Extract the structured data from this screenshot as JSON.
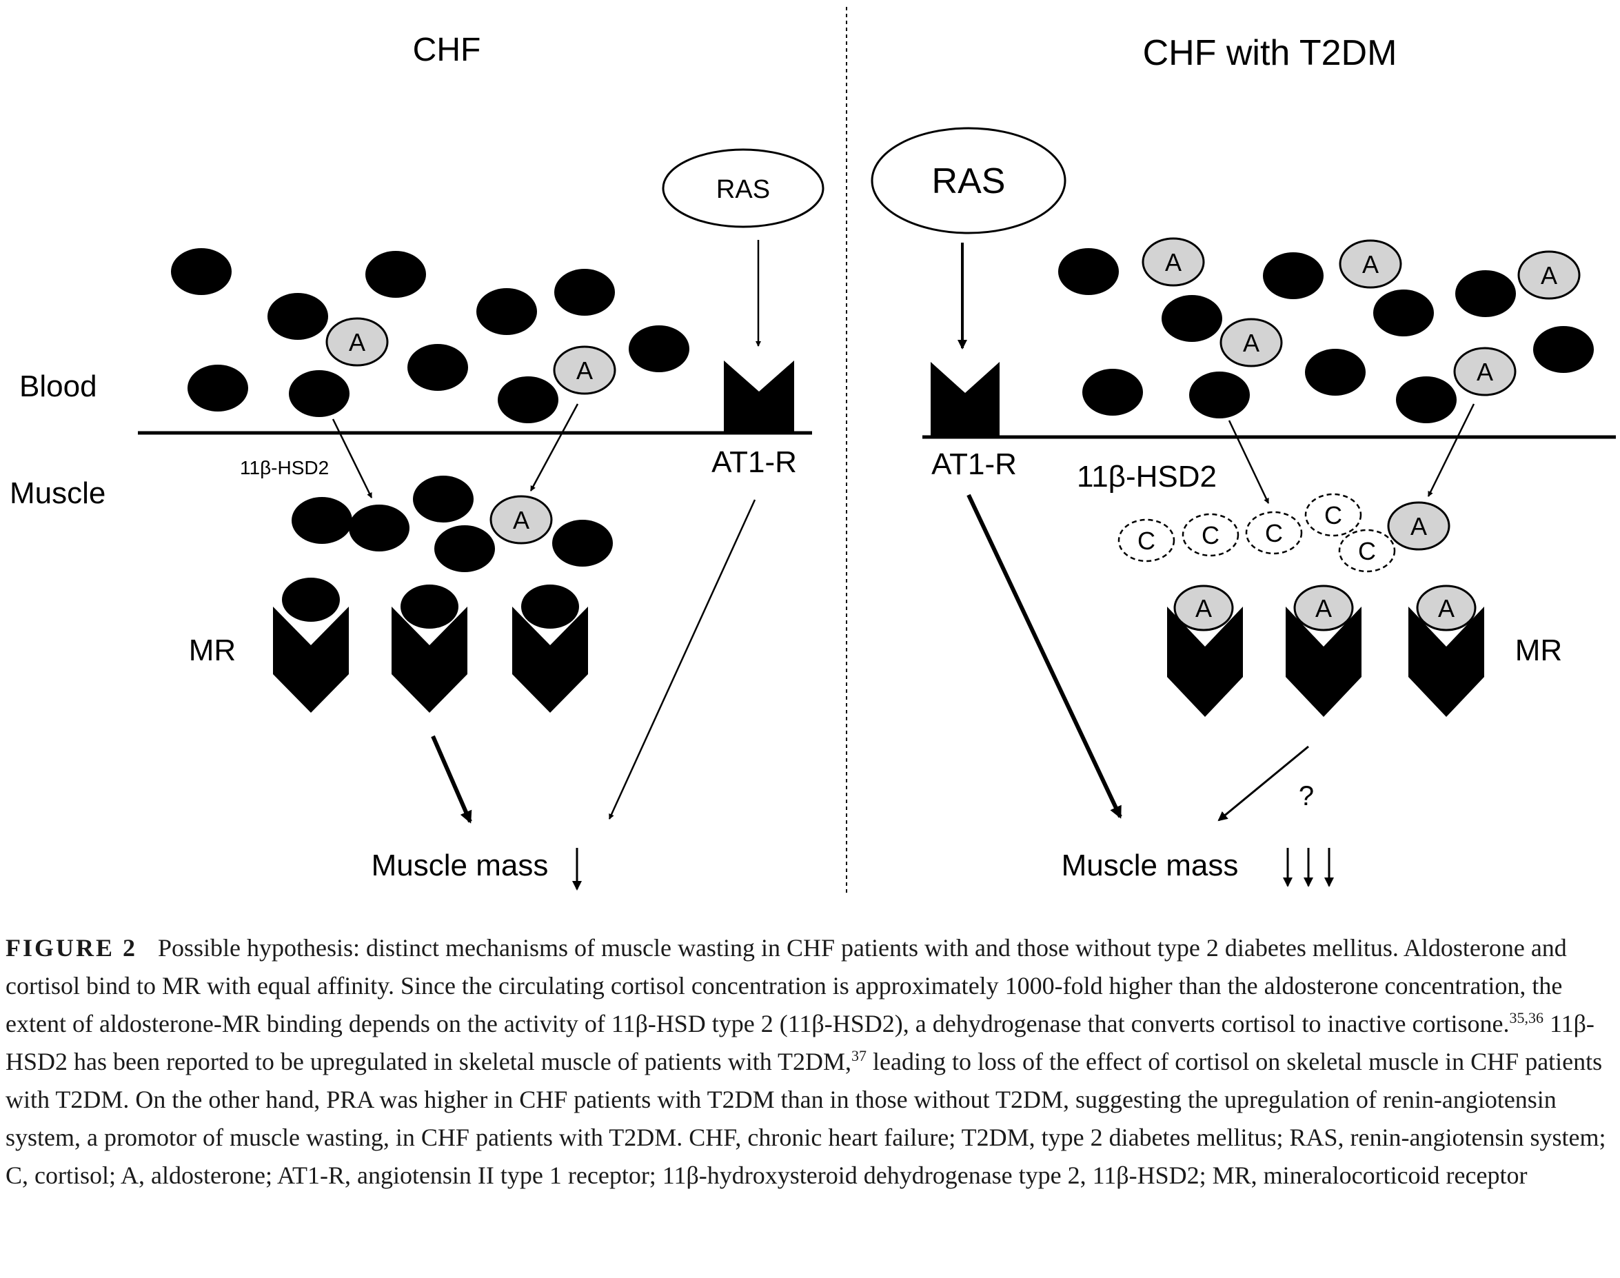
{
  "left_panel": {
    "title": "CHF",
    "ras_label": "RAS",
    "blood_label": "Blood",
    "muscle_label": "Muscle",
    "enzyme_label": "11β-HSD2",
    "receptor_label": "AT1-R",
    "mr_label": "MR",
    "outcome_label": "Muscle mass"
  },
  "right_panel": {
    "title": "CHF with T2DM",
    "ras_label": "RAS",
    "receptor_label": "AT1-R",
    "enzyme_label": "11β-HSD2",
    "mr_label": "MR",
    "question_mark": "?",
    "outcome_label": "Muscle mass"
  },
  "molecules": {
    "cortisol": "C",
    "aldosterone": "A"
  },
  "caption": {
    "label": "FIGURE 2",
    "part1": "Possible hypothesis: distinct mechanisms of muscle wasting in CHF patients with and those without type 2 diabetes mellitus. Aldosterone and cortisol bind to MR with equal affinity. Since the circulating cortisol concentration is approximately 1000-fold higher than the aldosterone concentration, the extent of aldosterone-MR binding depends on the activity of 11β-HSD type 2 (11β-HSD2), a dehydrogenase that converts cortisol to inactive cortisone.",
    "ref1": "35,36",
    "part2": " 11β-HSD2 has been reported to be upregulated in skeletal muscle of patients with T2DM,",
    "ref2": "37",
    "part3": " leading to loss of the effect of cortisol on skeletal muscle in CHF patients with T2DM. On the other hand, PRA was higher in CHF patients with T2DM than in those without T2DM, suggesting the upregulation of renin-angiotensin system, a promotor of muscle wasting, in CHF patients with T2DM. CHF, chronic heart failure; T2DM, type 2 diabetes mellitus; RAS, renin-angiotensin system; C, cortisol; A, aldosterone; AT1-R, angiotensin II type 1 receptor; 11β-hydroxysteroid dehydrogenase type 2, 11β-HSD2; MR, mineralocorticoid receptor"
  },
  "colors": {
    "cortisol_fill": "#000000",
    "aldosterone_fill": "#d3d3d3",
    "ink": "#000000"
  }
}
